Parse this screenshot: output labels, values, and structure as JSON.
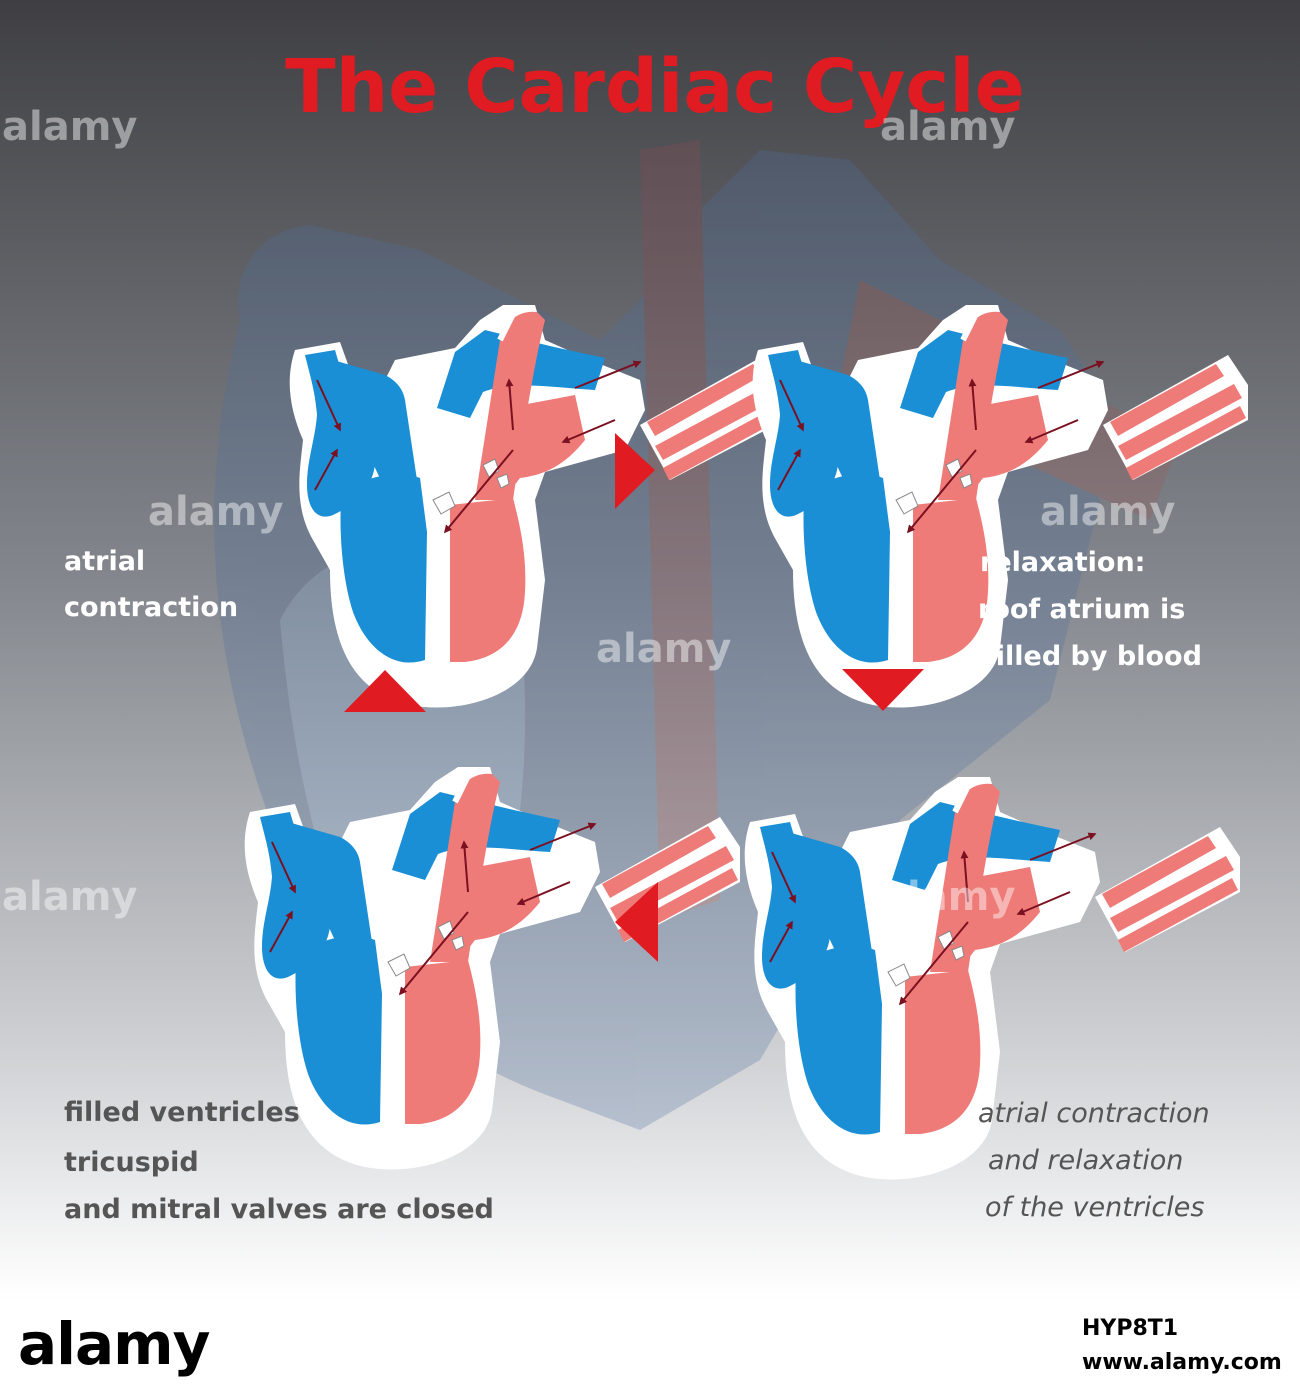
{
  "title": "The Cardiac Cycle",
  "labels": {
    "top_left": [
      "atrial",
      "contraction"
    ],
    "top_right": [
      "relaxation:",
      "roof atrium is",
      "filled by blood"
    ],
    "bottom_left": [
      "filled ventricles",
      "tricuspid",
      "and mitral valves are closed"
    ],
    "bottom_right": [
      "atrial contraction",
      "and relaxation",
      "of the ventricles"
    ]
  },
  "watermark": {
    "text": "alamy",
    "stock_id": "HYP8T1",
    "site": "www.alamy.com"
  },
  "colors": {
    "title": "#e11b22",
    "arrow": "#e11b22",
    "deoxygenated_blood": "#1a8fd6",
    "oxygenated_blood": "#ef7b78",
    "flow_arrow": "#7a1020",
    "background_top": "#3f3f43",
    "background_bottom": "#ffffff"
  },
  "icons": [
    "heart-diagram",
    "cycle-arrow-right",
    "cycle-arrow-down",
    "cycle-arrow-left",
    "cycle-arrow-up"
  ]
}
